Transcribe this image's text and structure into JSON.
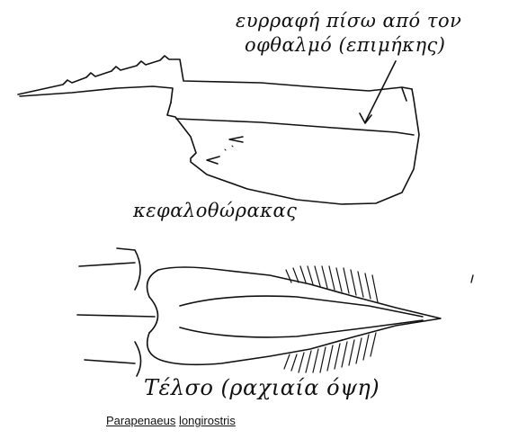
{
  "figure": {
    "labels": {
      "suture_line1": "ευρραφή πίσω από τον",
      "suture_line2": "οφθαλμό (επιμήκης)",
      "cephalothorax": "κεφαλοθώρακας",
      "telson": "Τέλσο (ραχιαία όψη)"
    },
    "species": {
      "genus": "Parapenaeus",
      "epithet": "longirostris"
    }
  },
  "colors": {
    "ink": "#111111",
    "background": "#ffffff"
  }
}
